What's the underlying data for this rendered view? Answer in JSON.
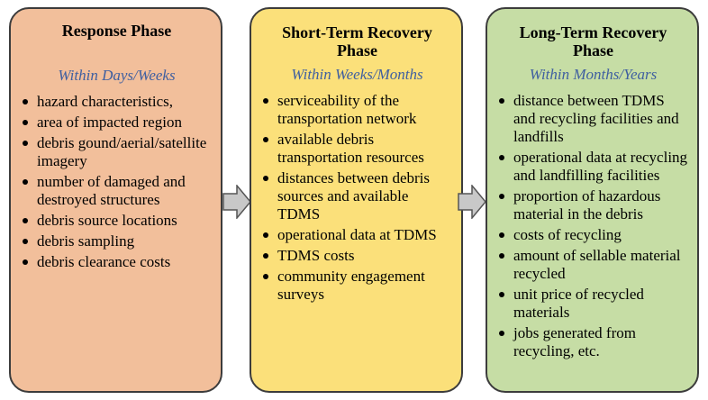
{
  "phases": [
    {
      "title": "Response Phase",
      "subtitle": "Within Days/Weeks",
      "items": [
        "hazard characteristics,",
        "area of impacted region",
        "debris gound/aerial/satellite imagery",
        "number of damaged and destroyed structures",
        "debris source locations",
        "debris sampling",
        "debris clearance costs"
      ]
    },
    {
      "title": "Short-Term Recovery Phase",
      "subtitle": "Within Weeks/Months",
      "items": [
        "serviceability  of the transportation network",
        "available  debris transportation resources",
        "distances between debris sources and available  TDMS",
        "operational data at TDMS",
        "TDMS costs",
        "community engagement surveys"
      ]
    },
    {
      "title": "Long-Term Recovery Phase",
      "subtitle": "Within Months/Years",
      "items": [
        "distance between TDMS and recycling  facilities and landfills",
        "operational data at recycling and landfilling facilities",
        "proportion of hazardous material in the debris",
        "costs of recycling",
        "amount of sellable material recycled",
        "unit price of recycled materials",
        "jobs generated from recycling, etc."
      ]
    }
  ],
  "colors": {
    "response_fill": "#f2bf9b",
    "short_term_fill": "#fbe07a",
    "long_term_fill": "#c6dda5",
    "subtitle_text": "#3f5fa0",
    "arrow_fill": "#c8c8c8"
  }
}
